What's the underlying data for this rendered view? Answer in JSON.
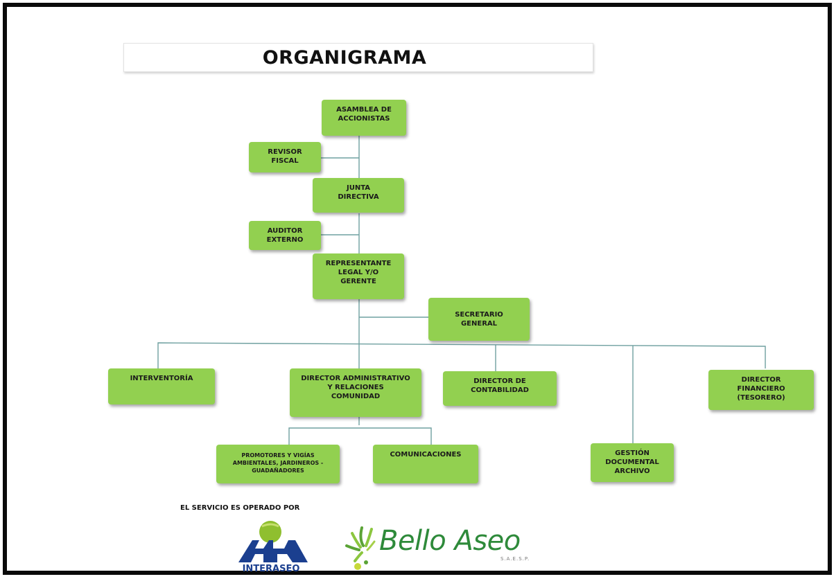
{
  "title": "ORGANIGRAMA",
  "colors": {
    "node_fill": "#92d050",
    "connector": "#6fa0a0",
    "border": "#0a0a0a"
  },
  "nodes": {
    "asamblea": "ASAMBLEA DE\nACCIONISTAS",
    "revisor": "REVISOR\nFISCAL",
    "junta": "JUNTA\nDIRECTIVA",
    "auditor": "AUDITOR\nEXTERNO",
    "representante": "REPRESENTANTE\nLEGAL Y/O\nGERENTE",
    "secretario": "SECRETARIO\nGENERAL",
    "interventoria": "INTERVENTORÍA",
    "dir_admin": "DIRECTOR ADMINISTRATIVO\nY RELACIONES\nCOMUNIDAD",
    "dir_contabilidad": "DIRECTOR DE\nCONTABILIDAD",
    "dir_financiero": "DIRECTOR\nFINANCIERO\n(TESORERO)",
    "promotores": "PROMOTORES Y VIGÍAS\nAMBIENTALES, JARDINEROS -\nGUADAÑADORES",
    "comunicaciones": "COMUNICACIONES",
    "gestion": "GESTIÓN\nDOCUMENTAL\nARCHIVO"
  },
  "footer": {
    "operated_by": "EL SERVICIO ES OPERADO POR",
    "interaseo": "INTERASEO",
    "bello_aseo": "Bello Aseo",
    "bello_sub": "S.A.E.S.P."
  }
}
